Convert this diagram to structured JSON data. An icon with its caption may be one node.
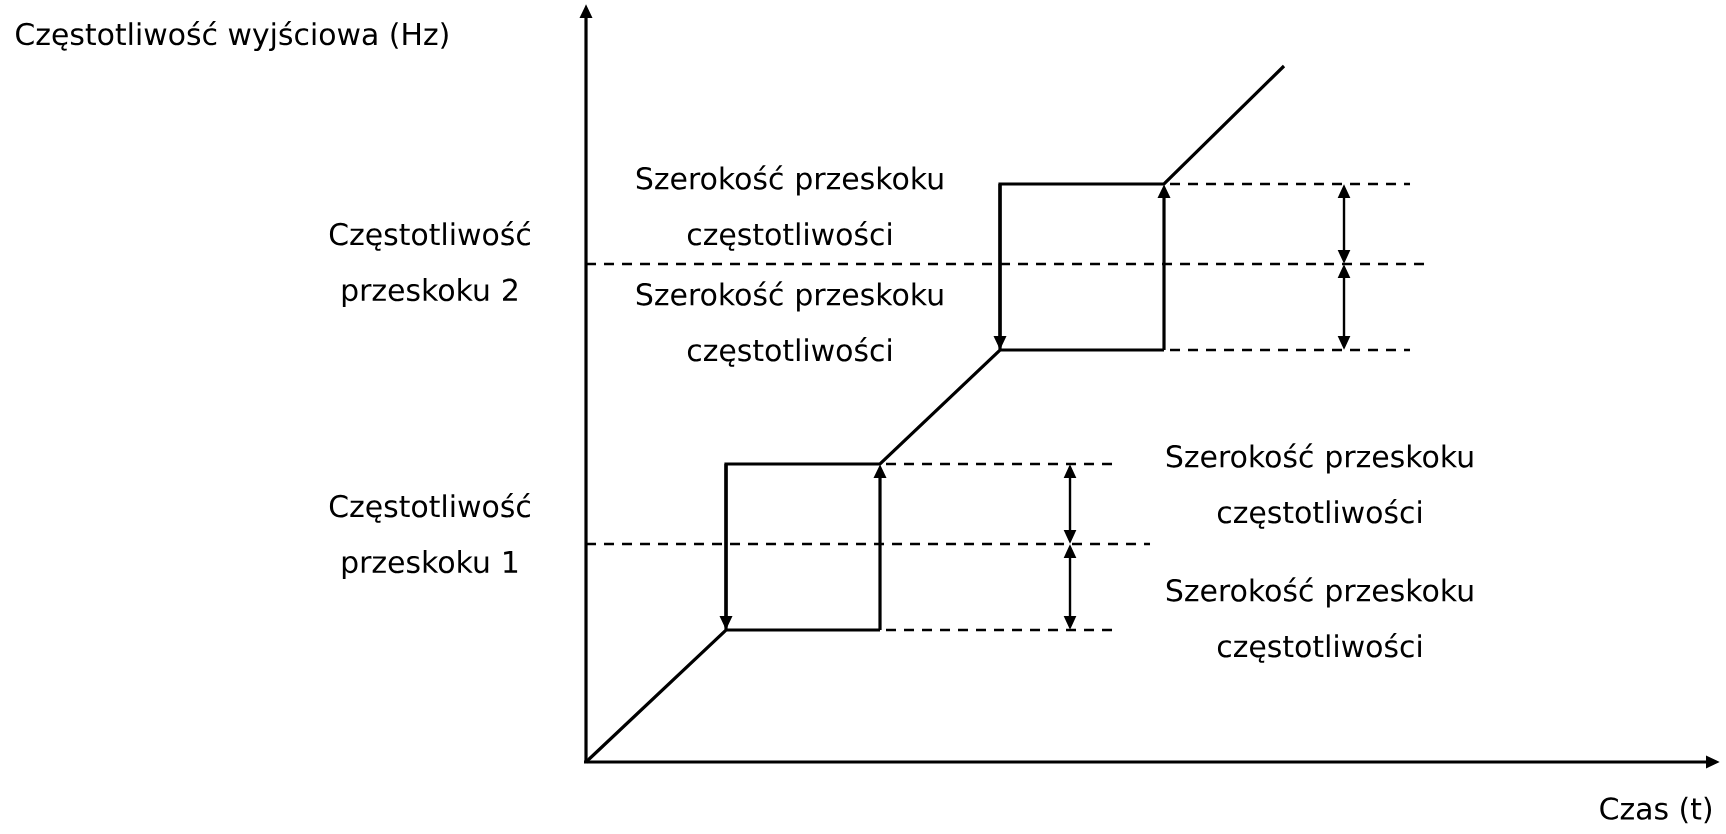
{
  "diagram": {
    "labels": [
      "Częstotliwość wyjściowa (Hz)",
      "Szerokość przeskoku częstotliwości",
      "Częstotliwość przeskoku 2",
      "Szerokość przeskoku częstotliwości",
      "Częstotliwość przeskoku 1",
      "Szerokość przeskoku częstotliwości",
      "Szerokość przeskoku częstotliwości",
      "Czas (t)"
    ]
  }
}
